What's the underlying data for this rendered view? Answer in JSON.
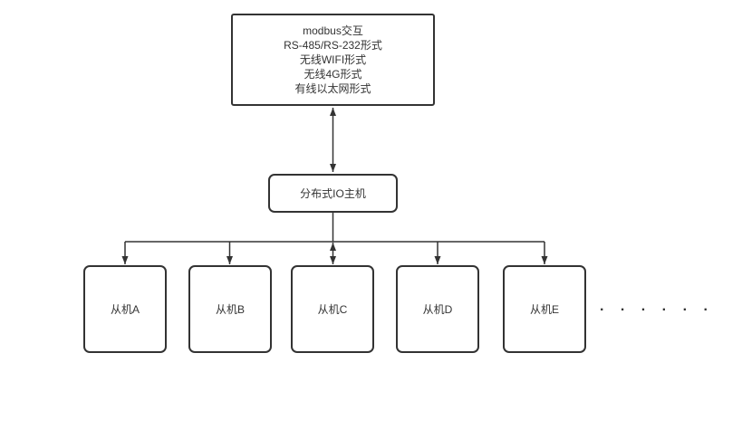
{
  "diagram": {
    "top_box": {
      "lines": [
        "modbus交互",
        "RS-485/RS-232形式",
        "无线WIFI形式",
        "无线4G形式",
        "有线以太网形式"
      ]
    },
    "master_box": {
      "label": "分布式IO主机"
    },
    "slaves": [
      {
        "label": "从机A"
      },
      {
        "label": "从机B"
      },
      {
        "label": "从机C"
      },
      {
        "label": "从机D"
      },
      {
        "label": "从机E"
      }
    ],
    "ellipsis": ". . . . . .",
    "colors": {
      "line": "#333333",
      "border": "#333333",
      "text": "#333333",
      "background": "#ffffff"
    }
  }
}
